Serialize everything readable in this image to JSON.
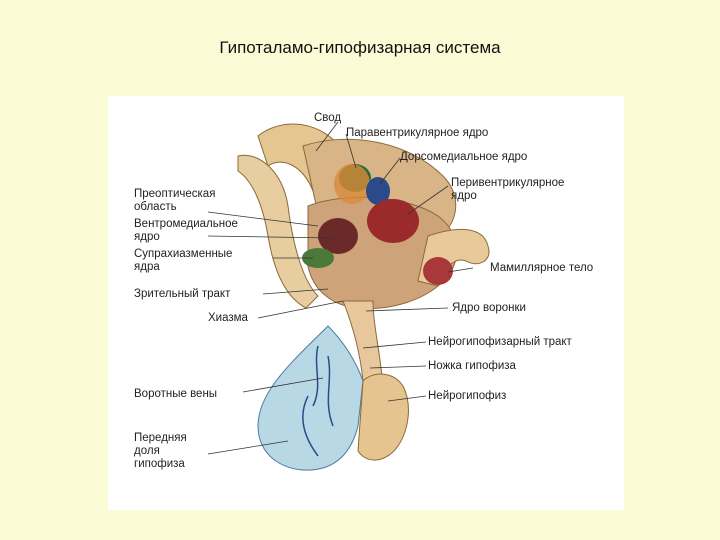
{
  "title": "Гипоталамо-гипофизарная система",
  "labels": {
    "svod": "Свод",
    "paraventricular": "Паравентрикулярное ядро",
    "dorsomedial": "Дорсомедиальное ядро",
    "periventricular": "Перивентрикулярное\nядро",
    "preoptic": "Преоптическая\nобласть",
    "ventromedial": "Вентромедиальное\nядро",
    "suprachiasmatic": "Супрахиазменные\nядра",
    "mammillary": "Мамиллярное тело",
    "optic_tract": "Зрительный тракт",
    "infundibular_nucleus": "Ядро воронки",
    "chiasm": "Хиазма",
    "neurohypophyseal_tract": "Нейрогипофизарный тракт",
    "stalk": "Ножка гипофиза",
    "portal_veins": "Воротные вены",
    "neurohypophysis": "Нейрогипофиз",
    "adenohypophysis": "Передняя\nдоля\nгипофиза"
  },
  "colors": {
    "background": "#fbfbd6",
    "panel": "#ffffff",
    "tissue": "#e8c89a",
    "anterior_lobe": "#b9d8e6",
    "nucleus_red": "#9b2b2b",
    "nucleus_blue": "#2a4a8a",
    "nucleus_green": "#4a7a3a",
    "nucleus_orange": "#d98a3a"
  }
}
